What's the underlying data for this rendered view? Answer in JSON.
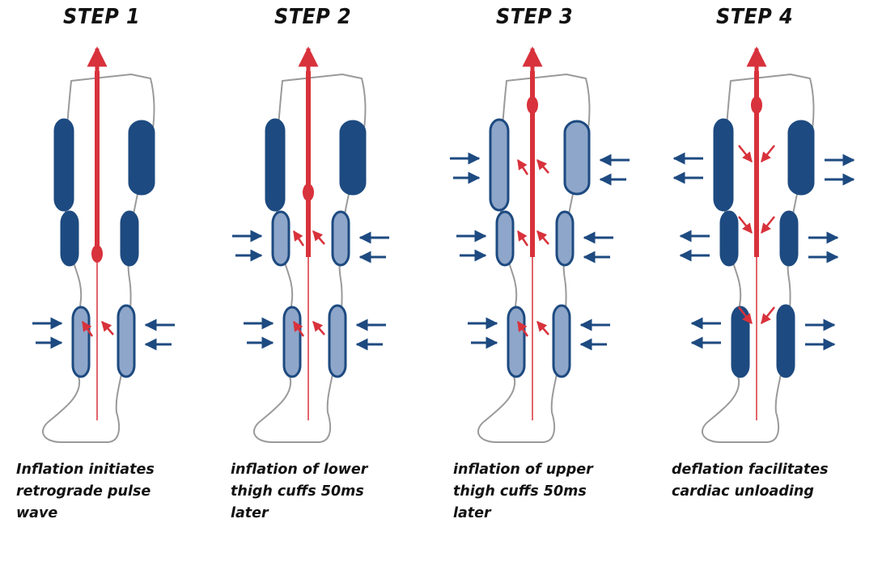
{
  "steps": [
    {
      "title": "STEP 1",
      "caption_lines": [
        "Inflation initiates",
        "retrograde pulse",
        "wave"
      ],
      "inflated_cuffs": [
        "calf"
      ]
    },
    {
      "title": "STEP 2",
      "caption_lines": [
        "inflation of lower",
        "thigh cuffs 50ms",
        "later"
      ],
      "inflated_cuffs": [
        "calf",
        "lower-thigh"
      ]
    },
    {
      "title": "STEP 3",
      "caption_lines": [
        "inflation of upper",
        "thigh cuffs 50ms",
        "later"
      ],
      "inflated_cuffs": [
        "calf",
        "lower-thigh",
        "upper-thigh"
      ]
    },
    {
      "title": "STEP 4",
      "caption_lines": [
        "deflation facilitates",
        "cardiac unloading"
      ],
      "inflated_cuffs": []
    }
  ],
  "colors": {
    "cuff_dark": "#1d4a80",
    "cuff_light": "#8ea6c9",
    "artery": "#d8323c",
    "pressure_arrow": "#1d4a80",
    "leg_outline": "#9a9a9a"
  }
}
